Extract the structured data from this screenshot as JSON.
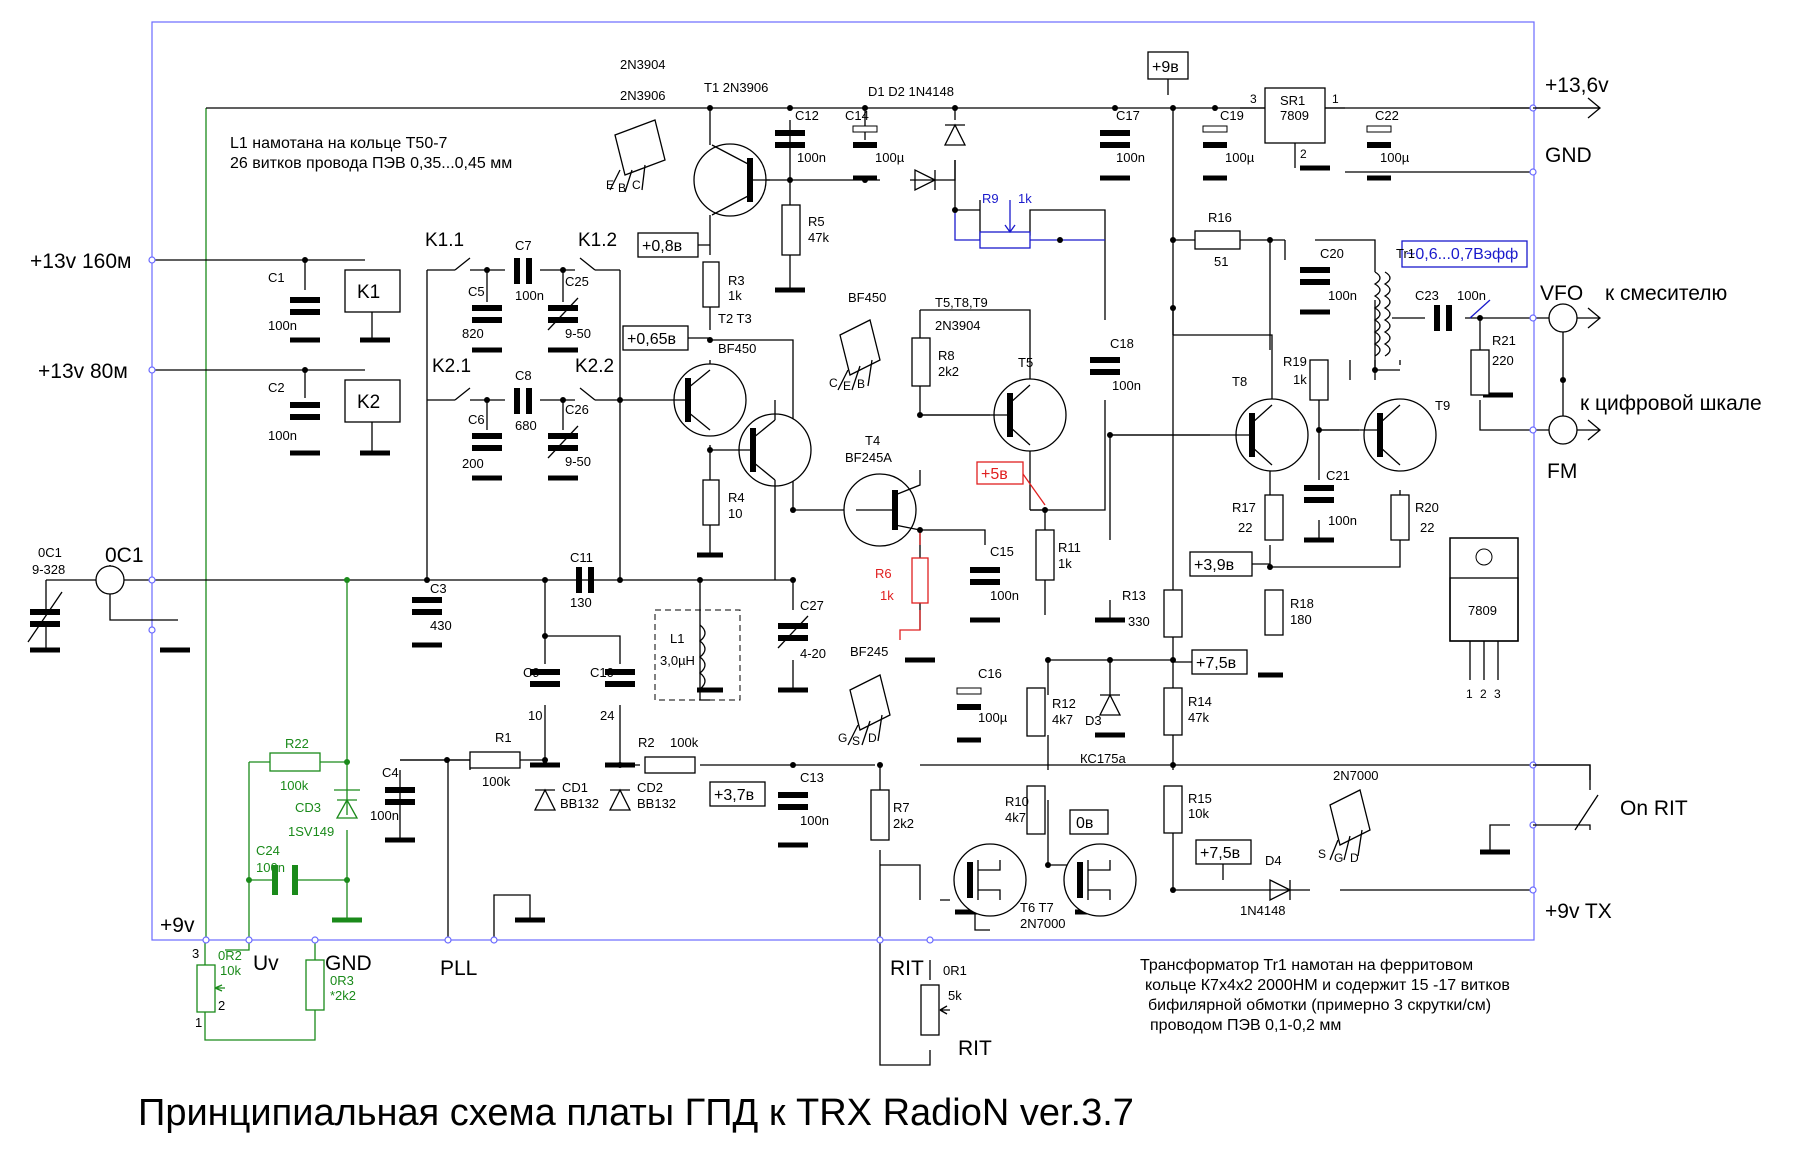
{
  "title": "Принципиальная схема платы  ГПД к TRX RadioN ver.3.7",
  "notes": {
    "l1_line1": "L1 намотана на кольце T50-7",
    "l1_line2": "26 витков провода ПЭВ 0,35...0,45 мм",
    "tr1_line1": "Трансформатор Tr1 намотан на ферритовом",
    "tr1_line2": "кольце К7х4х2 2000НМ и содержит 15 -17 витков",
    "tr1_line3": "бифилярной обмотки (примерно 3 скрутки/см)",
    "tr1_line4": "проводом ПЭВ 0,1-0,2 мм"
  },
  "connectors": {
    "p13v_160": "+13v 160м",
    "p13v_80": "+13v 80м",
    "p13_6v": "+13,6v",
    "gnd_right": "GND",
    "vfo": "VFO",
    "k_mixer": "к смесителю",
    "k_scale": "к цифровой шкале",
    "fm": "FM",
    "on_rit": "On RIT",
    "p9v_tx": "+9v TX",
    "p9v_left": "+9v",
    "uv": "Uv",
    "gnd_bottom": "GND",
    "pll": "PLL",
    "rit": "RIT",
    "rit2": "RIT",
    "oc1": "0C1"
  },
  "voltages": {
    "v9_top": "+9в",
    "v08": "+0,8в",
    "v065": "+0,65в",
    "v5": "+5в",
    "v39": "+3,9в",
    "v75a": "+7,5в",
    "v75b": "+7,5в",
    "v37": "+3,7в",
    "v0": "0в",
    "vout": "~0,6...0,7Вэфф"
  },
  "relays": {
    "k1": "K1",
    "k2": "K2",
    "k11": "K1.1",
    "k12": "K1.2",
    "k21": "K2.1",
    "k22": "K2.2"
  },
  "parts": {
    "c1": "C1",
    "c1v": "100n",
    "c2": "C2",
    "c2v": "100n",
    "c3": "C3",
    "c3v": "430",
    "c4": "C4",
    "c4v": "100n",
    "c5": "C5",
    "c5v": "820",
    "c6": "C6",
    "c6v": "200",
    "c7": "C7",
    "c7v": "100n",
    "c8": "C8",
    "c8v": "680",
    "c9": "C9",
    "c9v": "10",
    "c10": "C10",
    "c10v": "24",
    "c11": "C11",
    "c11v": "130",
    "c12": "C12",
    "c12v": "100n",
    "c13": "C13",
    "c13v": "100n",
    "c14": "C14",
    "c14v": "100µ",
    "c15": "C15",
    "c15v": "100n",
    "c16": "C16",
    "c16v": "100µ",
    "c17": "C17",
    "c17v": "100n",
    "c18": "C18",
    "c18v": "100n",
    "c19": "C19",
    "c19v": "100µ",
    "c20": "C20",
    "c20v": "100n",
    "c21": "C21",
    "c21v": "100n",
    "c22": "C22",
    "c22v": "100µ",
    "c23": "C23",
    "c23v": "100n",
    "c24": "C24",
    "c24v": "100n",
    "c25": "C25",
    "c25v": "9-50",
    "c26": "C26",
    "c26v": "9-50",
    "c27": "C27",
    "c27v": "4-20",
    "oc1": "0C1",
    "oc1v": "9-328",
    "r1": "R1",
    "r1v": "100k",
    "r2": "R2",
    "r2v": "100k",
    "r3": "R3",
    "r3v": "1k",
    "r4": "R4",
    "r4v": "10",
    "r5": "R5",
    "r5v": "47k",
    "r6": "R6",
    "r6v": "1k",
    "r7": "R7",
    "r7v": "2k2",
    "r8": "R8",
    "r8v": "2k2",
    "r9": "R9",
    "r9v": "1k",
    "r10": "R10",
    "r10v": "4k7",
    "r11": "R11",
    "r11v": "1k",
    "r12": "R12",
    "r12v": "4k7",
    "r13": "R13",
    "r13v": "330",
    "r14": "R14",
    "r14v": "47k",
    "r15": "R15",
    "r15v": "10k",
    "r16": "R16",
    "r16v": "51",
    "r17": "R17",
    "r17v": "22",
    "r18": "R18",
    "r18v": "180",
    "r19": "R19",
    "r19v": "1k",
    "r20": "R20",
    "r20v": "22",
    "r21": "R21",
    "r21v": "220",
    "r22": "R22",
    "r22v": "100k",
    "or1": "0R1",
    "or1v": "5k",
    "or2": "0R2",
    "or2v": "10k",
    "or3": "0R3",
    "or3v": "*2k2",
    "l1": "L1",
    "l1v": "3,0µH",
    "tr1": "Tr1",
    "cd1": "CD1",
    "cd1v": "BB132",
    "cd2": "CD2",
    "cd2v": "BB132",
    "cd3": "CD3",
    "cd3v": "1SV149",
    "d12": "D1 D2  1N4148",
    "d3": "D3",
    "d3v": "КС175а",
    "d4": "D4",
    "d4v": "1N4148",
    "sr1": "SR1",
    "sr1v": "7809",
    "t1": "T1  2N3906",
    "t23": "T2 T3",
    "t23v": "BF450",
    "t4": "T4",
    "t4v": "BF245A",
    "t5": "T5",
    "t589": "T5,T8,T9",
    "t589v": "2N3904",
    "t67": "T6  T7",
    "t67v": "2N7000",
    "t8": "T8",
    "t9": "T9",
    "pk1": "2N3904",
    "pk1b": "2N3906",
    "pk2": "BF450",
    "pk3": "BF245",
    "pk4": "2N7000",
    "pk5": "7809"
  },
  "pin_labels": {
    "ebc": [
      "E",
      "B",
      "C"
    ],
    "ceb": [
      "C",
      "E",
      "B"
    ],
    "gsd": [
      "G",
      "S",
      "D"
    ],
    "sgd": [
      "S",
      "G",
      "D"
    ],
    "reg": [
      "1",
      "2",
      "3"
    ],
    "sr1_pins": [
      "3",
      "1",
      "2"
    ],
    "pot3": "3",
    "pot2": "2",
    "pot1": "1"
  }
}
